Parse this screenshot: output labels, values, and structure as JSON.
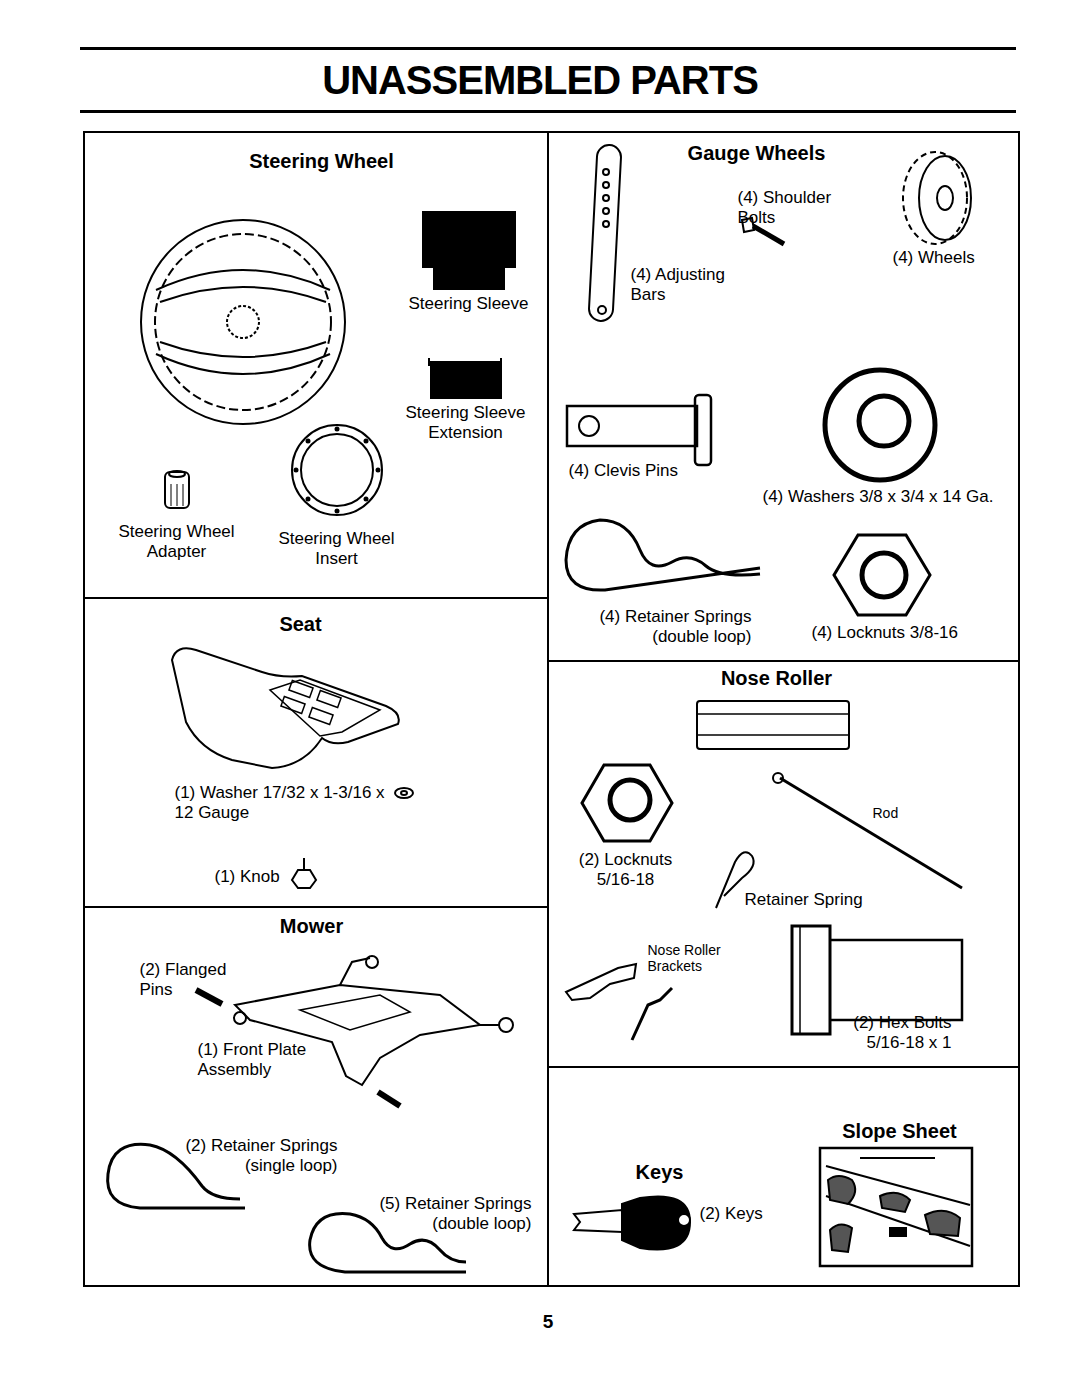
{
  "diagram": {
    "title": "UNASSEMBLED PARTS",
    "nodes": [
      {
        "text": [
          "Steering Wheel",
          "Steering Sleeve",
          "Steering Sleeve Extension",
          "Steering Wheel Adapter",
          "Steering Wheel Insert"
        ]
      },
      {
        "text": [
          "Gauge Wheels",
          "(4) Shoulder Bolts",
          "(4) Wheels",
          "(4) Adjusting Bars",
          "(4) Clevis Pins",
          "(4) Washers 3/8 x 3/4 x 14 Ga.",
          "(4) Retainer Springs (double loop)",
          "(4) Locknuts 3/8-16"
        ]
      },
      {
        "text": [
          "Seat",
          "(1) Washer 17/32 x 1-3/16 x 12 Gauge",
          "(1) Knob"
        ]
      },
      {
        "text": [
          "Nose Roller",
          "Rod",
          "(2) Locknuts 5/16-18",
          "Retainer Spring",
          "Nose Roller Brackets",
          "(2) Hex Bolts 5/16-18 x 1"
        ]
      },
      {
        "text": [
          "Mower",
          "(2) Flanged Pins",
          "(1) Front Plate Assembly",
          "(2) Retainer Springs (single loop)",
          "(5) Retainer Springs (double loop)"
        ]
      },
      {
        "text": [
          "Slope Sheet",
          "Keys",
          "(2) Keys"
        ]
      }
    ],
    "labels": [
      "5"
    ]
  }
}
